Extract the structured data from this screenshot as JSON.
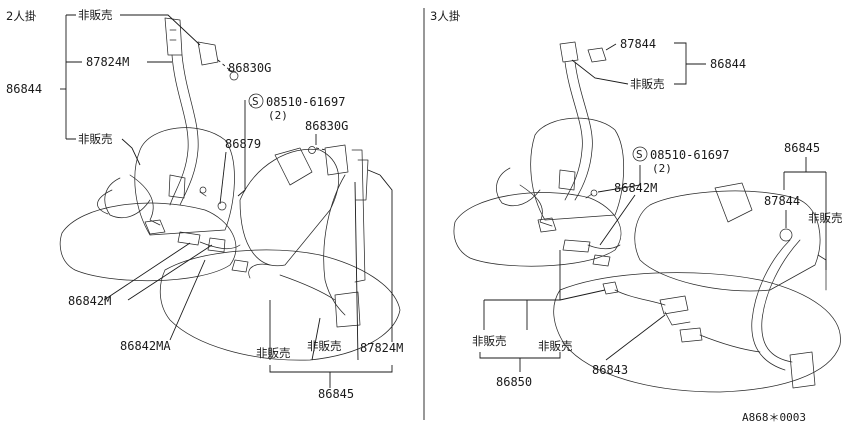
{
  "left_panel": {
    "title": "2人掛",
    "labels": {
      "hihanbai_top": "非販売",
      "belt_upper": "87824M",
      "assembly": "86844",
      "hihanbai_mid": "非販売",
      "clip_a": "86830G",
      "bolt": "08510-61697",
      "bolt_qty": "(2)",
      "clip_b": "86830G",
      "anchor": "86879",
      "buckle": "86842M",
      "buckle_center": "86842MA",
      "hihanbai_b1": "非販売",
      "hihanbai_b2": "非販売",
      "belt_right": "87824M",
      "rear_assembly": "86845"
    }
  },
  "right_panel": {
    "title": "3人掛",
    "labels": {
      "cover": "87844",
      "assembly": "86844",
      "hihanbai_top": "非販売",
      "bolt": "08510-61697",
      "bolt_qty": "(2)",
      "buckle": "86842M",
      "rear_assembly": "86845",
      "cover_right": "87844",
      "hihanbai_right": "非販売",
      "hihanbai_b1": "非販売",
      "hihanbai_b2": "非販売",
      "center_belt": "86850",
      "lap_belt": "86843"
    }
  },
  "footer": {
    "code": "A868＊0003"
  },
  "icons": {
    "bolt_symbol": "S"
  }
}
